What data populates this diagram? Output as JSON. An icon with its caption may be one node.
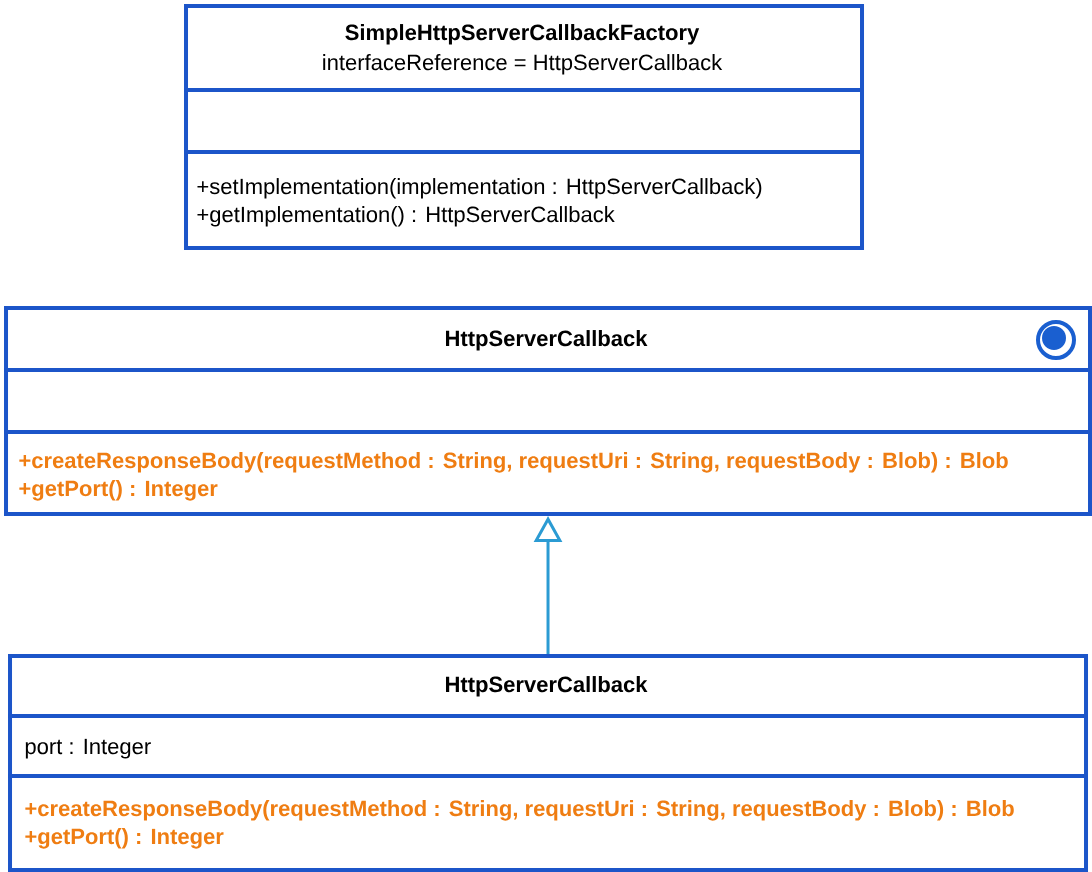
{
  "diagram": {
    "nodes": [
      {
        "text": [
          "SimpleHttpServerCallbackFactory",
          "interfaceReference = HttpServerCallback",
          "+setImplementation(implementation : HttpServerCallback)",
          "+getImplementation() : HttpServerCallback"
        ]
      },
      {
        "text": [
          "HttpServerCallback",
          "+createResponseBody(requestMethod : String, requestUri : String, requestBody : Blob) : Blob",
          "+getPort() : Integer"
        ]
      },
      {
        "text": [
          "HttpServerCallback",
          "port : Integer",
          "+createResponseBody(requestMethod : String, requestUri : String, requestBody : Blob) : Blob",
          "+getPort() : Integer"
        ]
      }
    ],
    "edges": [
      {
        "from": 2,
        "to": 1,
        "arrow": "to",
        "color": "#2b9bd3"
      }
    ]
  }
}
